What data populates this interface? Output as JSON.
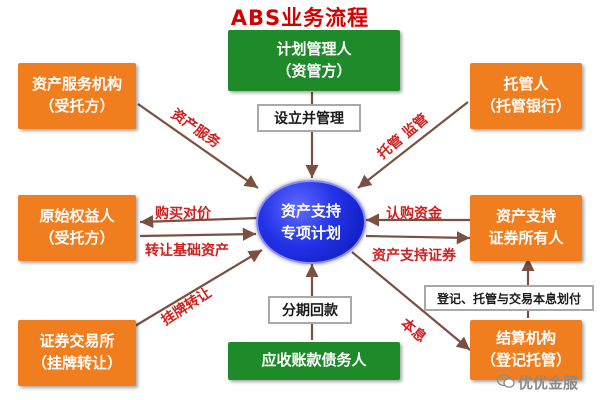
{
  "title": "ABS业务流程",
  "center": {
    "line1": "资产支持",
    "line2": "专项计划"
  },
  "boxes": {
    "manager": {
      "line1": "计划管理人",
      "line2": "（资管方）"
    },
    "servicer": {
      "line1": "资产服务机构",
      "line2": "（受托方）"
    },
    "trustee": {
      "line1": "托管人",
      "line2": "（托管银行）"
    },
    "originator": {
      "line1": "原始权益人",
      "line2": "（受托方）"
    },
    "holder": {
      "line1": "资产支持",
      "line2": "证券所有人"
    },
    "exchange": {
      "line1": "证券交易所",
      "line2": "（挂牌转让）"
    },
    "settlement": {
      "line1": "结算机构",
      "line2": "（登记托管）"
    },
    "debtor": {
      "line1": "应收账款债务人"
    }
  },
  "notes": {
    "setup": "设立并管理",
    "installment": "分期回款",
    "registration": "登记、托管与交易本息划付"
  },
  "labels": {
    "asset_service": "资产服务",
    "custody_supervision": "托管 监管",
    "purchase_payment": "购买对价",
    "transfer_assets": "转让基础资产",
    "subscribe_funds": "认购资金",
    "abs_securities": "资产支持证券",
    "listing_transfer": "挂牌转让",
    "principal_interest": "本息"
  },
  "watermark": "优优金服",
  "colors": {
    "orange": "#f07d1e",
    "green": "#1f8a2a",
    "center": "#2232e6",
    "red_text": "#d02020",
    "arrow": "#8a5a4a"
  },
  "icons": {
    "watermark_icon": "wechat-icon"
  }
}
